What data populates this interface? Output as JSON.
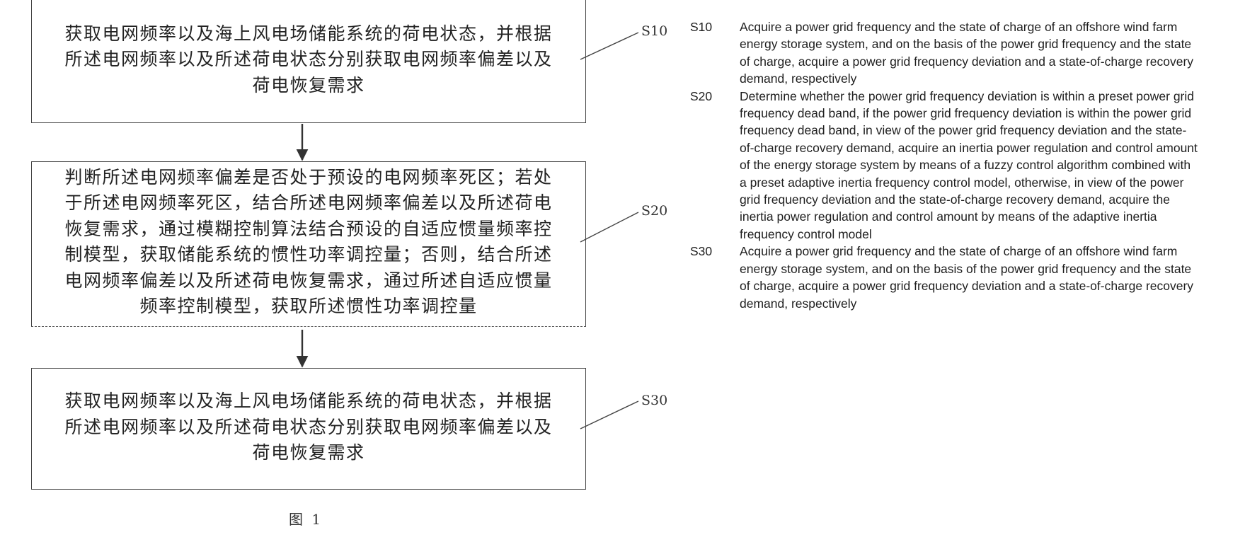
{
  "flowchart": {
    "steps": [
      {
        "id": "S10",
        "text": "获取电网频率以及海上风电场储能系统的荷电状态，并根据\n所述电网频率以及所述荷电状态分别获取电网频率偏差以及\n荷电恢复需求"
      },
      {
        "id": "S20",
        "text": "判断所述电网频率偏差是否处于预设的电网频率死区；若处\n于所述电网频率死区，结合所述电网频率偏差以及所述荷电\n恢复需求，通过模糊控制算法结合预设的自适应惯量频率控\n制模型，获取储能系统的惯性功率调控量；否则，结合所述\n电网频率偏差以及所述荷电恢复需求，通过所述自适应惯量\n频率控制模型，获取所述惯性功率调控量"
      },
      {
        "id": "S30",
        "text": "获取电网频率以及海上风电场储能系统的荷电状态，并根据\n所述电网频率以及所述荷电状态分别获取电网频率偏差以及\n荷电恢复需求"
      }
    ],
    "caption": "图 1"
  },
  "legend": [
    {
      "id": "S10",
      "text": "Acquire a power grid frequency and the state of charge of an offshore wind farm energy storage system, and on the basis of the power grid frequency and the state of charge, acquire a power grid frequency deviation and a state-of-charge recovery demand, respectively"
    },
    {
      "id": "S20",
      "text": "Determine whether the power grid frequency deviation is within a preset power grid frequency dead band, if the power grid frequency deviation is within the power grid frequency dead band, in view of the power grid frequency deviation and the state-of-charge recovery demand, acquire an inertia power regulation and control amount of the energy storage system by means of a fuzzy control algorithm combined with a preset adaptive inertia frequency control model, otherwise, in view of the power grid frequency deviation and the state-of-charge recovery demand, acquire the inertia power regulation and control amount by means of the adaptive inertia frequency control model"
    },
    {
      "id": "S30",
      "text": "Acquire a power grid frequency and the state of charge of an offshore wind farm energy storage system, and on the basis of the power grid frequency and the state of charge, acquire a power grid frequency deviation and a state-of-charge recovery demand, respectively"
    }
  ],
  "colors": {
    "line": "#444444",
    "text": "#222222",
    "background": "#ffffff"
  }
}
